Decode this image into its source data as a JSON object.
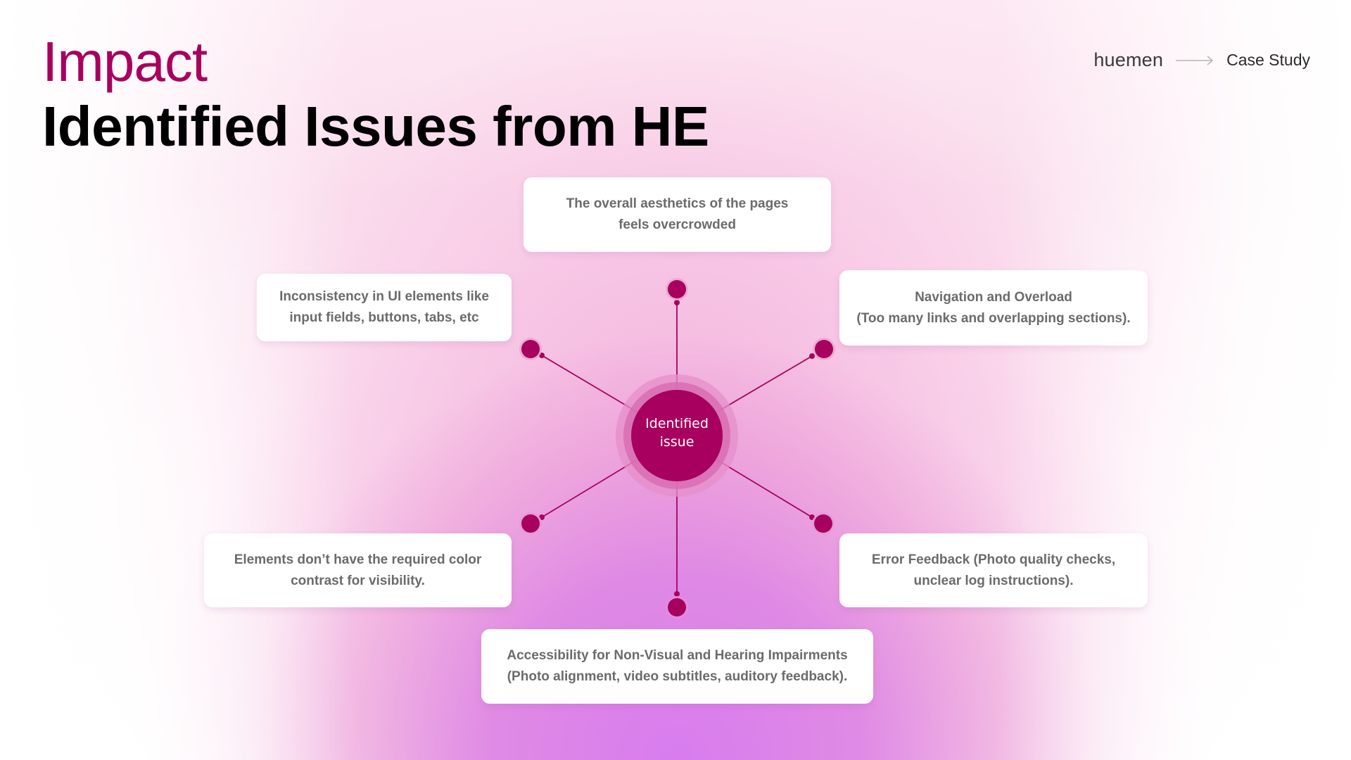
{
  "header": {
    "kicker": "Impact",
    "title": "Identified Issues from HE"
  },
  "brand": {
    "logo": "huemen",
    "arrow_icon": "long-right-arrow-icon",
    "crumb": "Case Study"
  },
  "colors": {
    "accent": "#a8005e",
    "hub_ring_outer": "#e79bd0",
    "hub_ring_inner": "#d66cb1",
    "card_text": "#6b6b6b",
    "glow_bottom": "#d980ee",
    "glow_mid": "#f0a8d6"
  },
  "hub": {
    "line1": "Identified",
    "line2": "issue"
  },
  "issues": [
    {
      "position": "top",
      "line1": "The overall aesthetics of the pages",
      "line2": "feels overcrowded"
    },
    {
      "position": "upper-left",
      "line1": "Inconsistency in UI elements like",
      "line2": "input fields, buttons, tabs, etc"
    },
    {
      "position": "upper-right",
      "line1": "Navigation and Overload",
      "line2": "(Too many links and overlapping sections)."
    },
    {
      "position": "lower-left",
      "line1": "Elements don’t have the required color",
      "line2": "contrast for visibility."
    },
    {
      "position": "lower-right",
      "line1": "Error Feedback (Photo quality checks,",
      "line2": "unclear log instructions)."
    },
    {
      "position": "bottom",
      "line1": "Accessibility for Non-Visual and Hearing Impairments",
      "line2": "(Photo alignment, video subtitles, auditory feedback)."
    }
  ]
}
